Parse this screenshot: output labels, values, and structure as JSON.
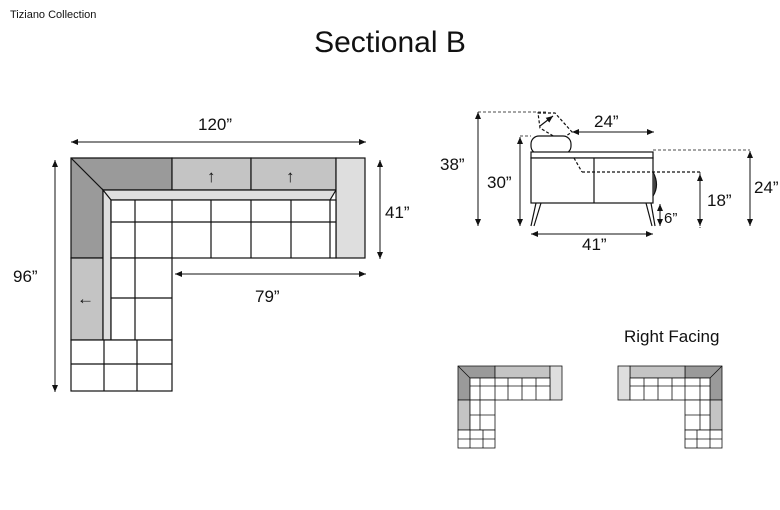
{
  "header": {
    "collection": "Tiziano Collection",
    "title": "Sectional B"
  },
  "plan_view": {
    "width_label": "120”",
    "depth_label": "41”",
    "height_left_label": "96”",
    "chaise_width_label": "79”",
    "arrow_up": "↑",
    "arrow_left": "←"
  },
  "side_view": {
    "overall_height_label": "38”",
    "back_height_label": "30”",
    "headrest_depth_label": "24”",
    "seat_height_label": "18”",
    "leg_height_label": "6”",
    "arm_height_label": "24”",
    "depth_label": "41”"
  },
  "orientation": {
    "label": "Right Facing"
  },
  "colors": {
    "line": "#111111",
    "dark_gray": "#9a9a9a",
    "mid_gray": "#c4c4c4",
    "light_gray": "#dedede"
  }
}
